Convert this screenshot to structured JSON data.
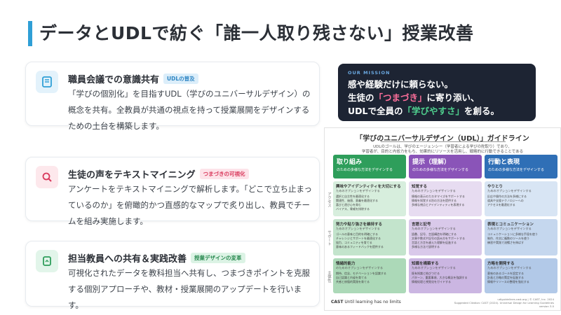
{
  "title": "データとUDLで紡ぐ「誰一人取り残さない」授業改善",
  "cards": [
    {
      "title": "職員会議での意識共有",
      "badge": "UDLの普及",
      "body": "「学びの個別化」を目指すUDL（学びのユニバーサルデザイン）の概念を共有。全教員が共通の視点を持って授業展開をデザインするための土台を構築します。",
      "icon": "book-icon"
    },
    {
      "title": "生徒の声をテキストマイニング",
      "badge": "つまづきの可視化",
      "body": "アンケートをテキストマイニングで解析します。「どこで立ち止まっているのか」を俯瞰的かつ直感的なマップで炙り出し、教員でチームを組み実施します。",
      "icon": "magnifier-icon"
    },
    {
      "title": "担当教員への共有＆実践改善",
      "badge": "授業デザインの変革",
      "body": "可視化されたデータを教科担当へ共有し、つまづきポイントを克服する個別アプローチや、教材・授業展開のアップデートを行います。",
      "icon": "share-icon"
    }
  ],
  "mission": {
    "label": "OUR MISSION",
    "line1": "感や経験だけに頼らない。",
    "line2_pre": "生徒の",
    "line2_hl": "「つまづき」",
    "line2_post": "に寄り添い、",
    "line3_pre": "UDLで全員の",
    "line3_hl": "「学びやすさ」",
    "line3_post": "を創る。"
  },
  "guideline": {
    "title": "「学びのユニバーサルデザイン（UDL）」ガイドライン",
    "sub1": "UDLのゴールは、学びのエージェンシー（学習者による学びの舵取り）であり、",
    "sub2": "学習者が、目的と内省力をもち、効果的にリソースを活用し、戦略的に行動できることである",
    "columns": [
      {
        "title": "取り組み",
        "sub": "のための多様な方法をデザインする"
      },
      {
        "title": "提示（理解）",
        "sub": "のための多様な方法をデザインする"
      },
      {
        "title": "行動と表現",
        "sub": "のための多様な方法をデザインする"
      }
    ],
    "side_labels": [
      "アクセス",
      "サポート",
      "主体性"
    ],
    "rows": [
      [
        {
          "title": "興味やアイデンティティを大切にする",
          "sub": "ためのオプションをデザインする",
          "lines": [
            "選択と自主性を最適化する",
            "関連性、価値、意義を最適化する",
            "喜びと遊び心を育む",
            "バイアス、脅威を排除する"
          ]
        },
        {
          "title": "知覚する",
          "sub": "ためのオプションをデザインする",
          "lines": [
            "情報の表示のカスタマイズをサポートする",
            "情報を知覚する別の方法を提供する",
            "多様な視点とアイデンティティを表現する"
          ]
        },
        {
          "title": "やりとり",
          "sub": "ためのオプションをデザインする",
          "lines": [
            "反応や操作の方法を多様にする",
            "道具や支援テクノロジーへの",
            "アクセスを最適化する"
          ]
        }
      ],
      [
        {
          "title": "努力や粘り強さを維持する",
          "sub": "ためのオプションをデザインする",
          "lines": [
            "ゴールの意味と目的を明確にする",
            "チャレンジとサポートを最適化する",
            "協力、コミュニティを育てる",
            "意味のあるフィードバックを提供する"
          ]
        },
        {
          "title": "言語と記号",
          "sub": "ためのオプションをデザインする",
          "lines": [
            "語彙、記号、言語構造を明確にする",
            "文章や数式や記号の読み方をサポートする",
            "言語と方言を越えた理解を促進する",
            "多様な方法で説明する"
          ]
        },
        {
          "title": "表現とコミュニケーション",
          "sub": "ためのオプションをデザインする",
          "lines": [
            "コミュニケーションに多様な手段を使う",
            "制作、作文に複数のツールを使う",
            "練習や実践で流暢さを伸ばす"
          ]
        }
      ],
      [
        {
          "title": "情緒的能力",
          "sub": "のためのオプションをデザインする",
          "lines": [
            "期待、信念、モチベーションを認識する",
            "自己認識と内省を育てる",
            "共感と修復的実践を育てる"
          ]
        },
        {
          "title": "知識を構築する",
          "sub": "ためのオプションをデザインする",
          "lines": [
            "既有知識と結びつける",
            "パターン、重要事項、大きな概念を強調する",
            "情報処理と視覚化をガイドする"
          ]
        },
        {
          "title": "方略を開発する",
          "sub": "ためのオプションをデザインする",
          "lines": [
            "意味のあるゴールを設定する",
            "計画と方略の策定を促進する",
            "情報やリソースの整理を強化する"
          ]
        }
      ]
    ],
    "footer_brand": "CAST",
    "footer_tagline": "Until learning has no limits",
    "footer_right1": "udlguidelines.cast.org | © CAST, Inc. 2024",
    "footer_right2": "Suggested Citation: CAST (2024). Universal Design for Learning Guidelines version 3.0"
  },
  "colors": {
    "accent": "#2f9fd6",
    "mission_bg": "#1d2433",
    "col1": "#2e9e5b",
    "col2": "#8a54b8",
    "col3": "#2f6fb6"
  }
}
